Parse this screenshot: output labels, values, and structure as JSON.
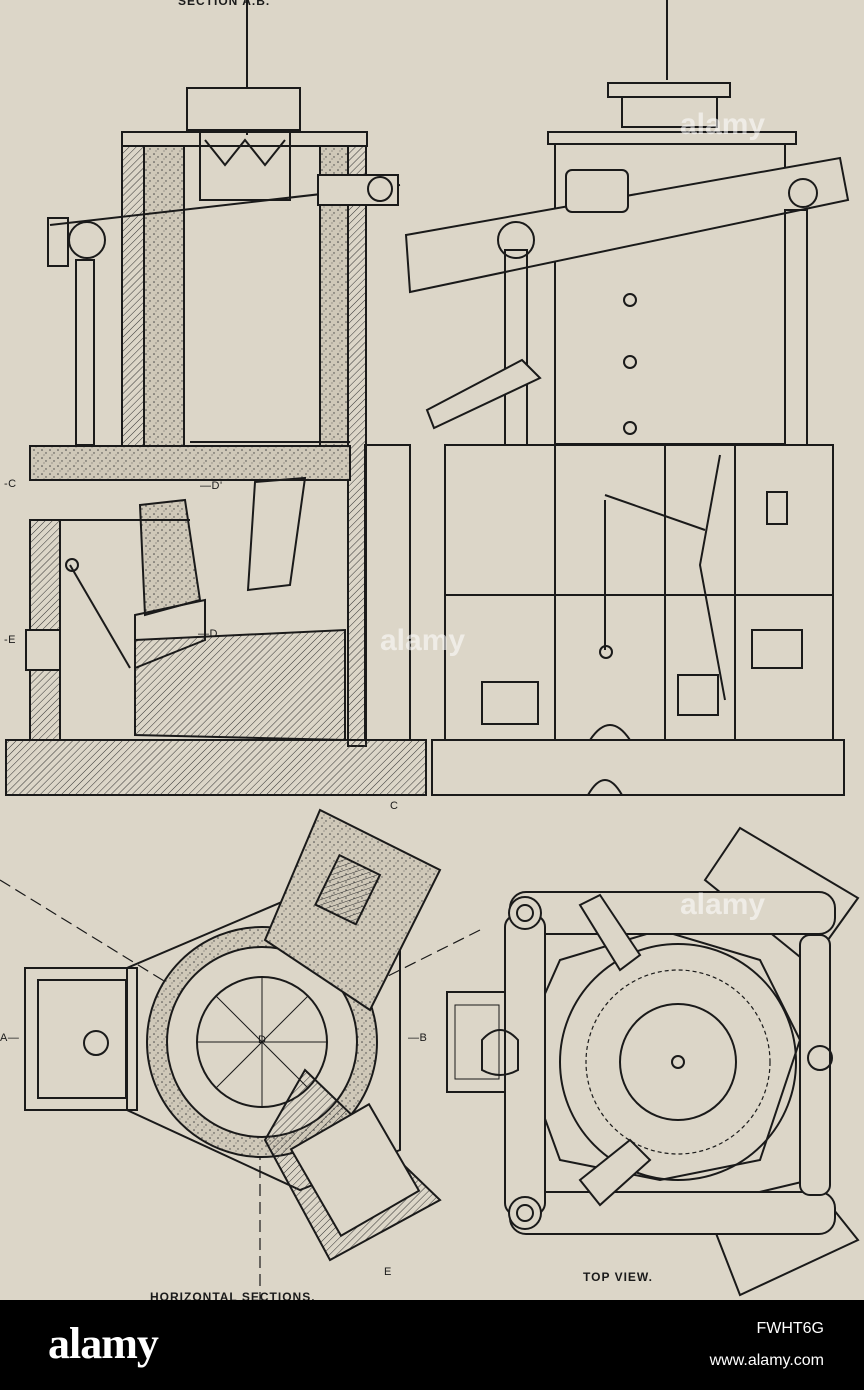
{
  "labels": {
    "section_title": "SECTION A.B.",
    "horizontal_sections": "HORIZONTAL SECTIONS.",
    "top_view": "TOP VIEW.",
    "mark_c_left": "-C",
    "mark_e_left": "-E",
    "mark_d_upper": "—D'",
    "mark_d_lower": "—D",
    "mark_a": "A—",
    "mark_b": "—B",
    "mark_c_plan": "C",
    "mark_d_plan": "D",
    "mark_e_plan": "E"
  },
  "watermark": "alamy",
  "footer": {
    "brand": "alamy",
    "image_id": "FWHT6G",
    "site": "www.alamy.com"
  },
  "colors": {
    "paper": "#dcd6c8",
    "ink": "#1a1a1a",
    "footer": "#000000"
  }
}
